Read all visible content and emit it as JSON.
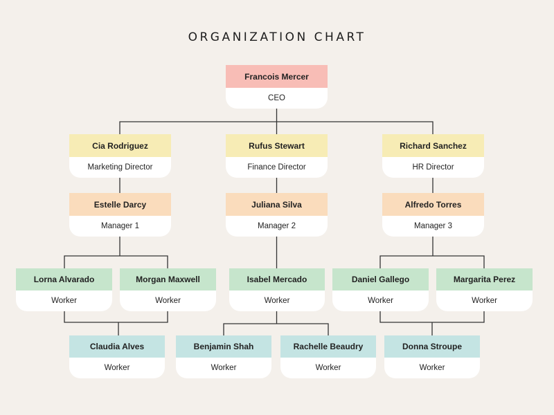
{
  "title": "ORGANIZATION CHART",
  "colors": {
    "background": "#f4f0eb",
    "ceo": "#f8bdb6",
    "director": "#f7ecb5",
    "manager": "#fadcbc",
    "worker": "#c6e5cc",
    "bottom_worker": "#c4e4e3",
    "line": "#333333"
  },
  "nodes": {
    "ceo": {
      "name": "Francois Mercer",
      "role": "CEO"
    },
    "dir1": {
      "name": "Cia Rodriguez",
      "role": "Marketing Director"
    },
    "dir2": {
      "name": "Rufus Stewart",
      "role": "Finance Director"
    },
    "dir3": {
      "name": "Richard Sanchez",
      "role": "HR Director"
    },
    "mgr1": {
      "name": "Estelle Darcy",
      "role": "Manager 1"
    },
    "mgr2": {
      "name": "Juliana Silva",
      "role": "Manager 2"
    },
    "mgr3": {
      "name": "Alfredo Torres",
      "role": "Manager 3"
    },
    "w1": {
      "name": "Lorna Alvarado",
      "role": "Worker"
    },
    "w2": {
      "name": "Morgan Maxwell",
      "role": "Worker"
    },
    "w3": {
      "name": "Isabel Mercado",
      "role": "Worker"
    },
    "w4": {
      "name": "Daniel Gallego",
      "role": "Worker"
    },
    "w5": {
      "name": "Margarita Perez",
      "role": "Worker"
    },
    "b1": {
      "name": "Claudia Alves",
      "role": "Worker"
    },
    "b2": {
      "name": "Benjamin Shah",
      "role": "Worker"
    },
    "b3": {
      "name": "Rachelle Beaudry",
      "role": "Worker"
    },
    "b4": {
      "name": "Donna Stroupe",
      "role": "Worker"
    }
  }
}
